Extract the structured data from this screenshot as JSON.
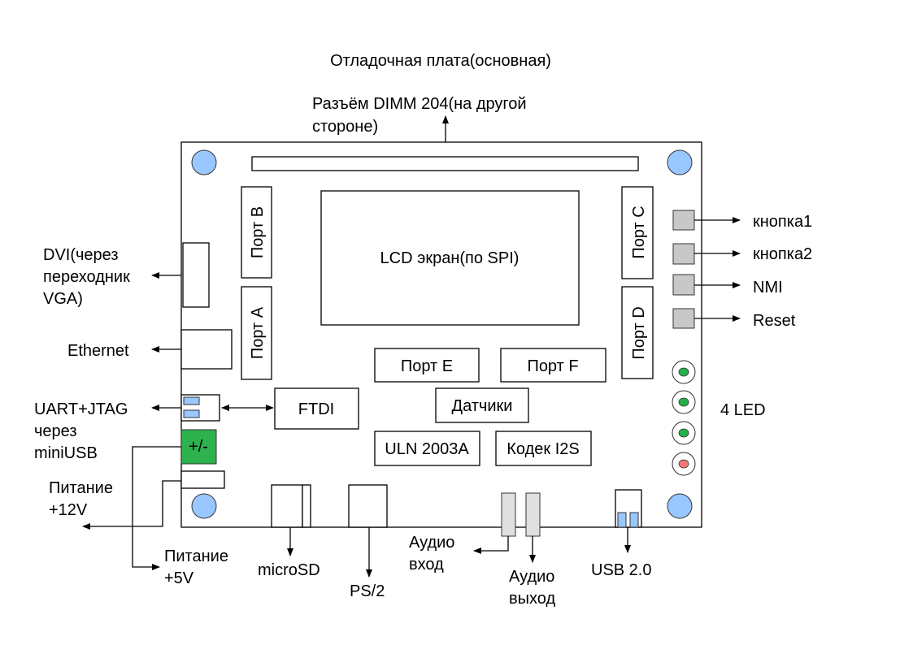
{
  "title": "Отладочная плата(основная)",
  "dimm": {
    "line1": "Разъём DIMM 204(на другой",
    "line2": "стороне)"
  },
  "lcd": "LCD экран(по SPI)",
  "ports": {
    "a": "Порт A",
    "b": "Порт B",
    "c": "Порт C",
    "d": "Порт D",
    "e": "Порт E",
    "f": "Порт F"
  },
  "chips": {
    "ftdi": "FTDI",
    "sensors": "Датчики",
    "uln": "ULN 2003A",
    "codec": "Кодек I2S",
    "power_switch": "+/-"
  },
  "left_labels": {
    "dvi": [
      "DVI(через",
      "переходник",
      "VGA)"
    ],
    "ethernet": "Ethernet",
    "uart": [
      "UART+JTAG",
      "через",
      "miniUSB"
    ],
    "power12": [
      "Питание",
      "+12V"
    ],
    "power5": [
      "Питание",
      "+5V"
    ]
  },
  "bottom_labels": {
    "microsd": "microSD",
    "ps2": "PS/2",
    "audio_in": [
      "Аудио",
      "вход"
    ],
    "audio_out": [
      "Аудио",
      "выход"
    ],
    "usb": "USB 2.0"
  },
  "buttons": [
    "кнопка1",
    "кнопка2",
    "NMI",
    "Reset"
  ],
  "leds": {
    "label": "4 LED",
    "colors": [
      "#22b04a",
      "#22b04a",
      "#22b04a",
      "#f07878"
    ]
  },
  "colors": {
    "mount_hole": "#99c7ff",
    "power_switch": "#2db24d",
    "button": "#c8c8c8",
    "usb_contact": "#99c7ff"
  }
}
